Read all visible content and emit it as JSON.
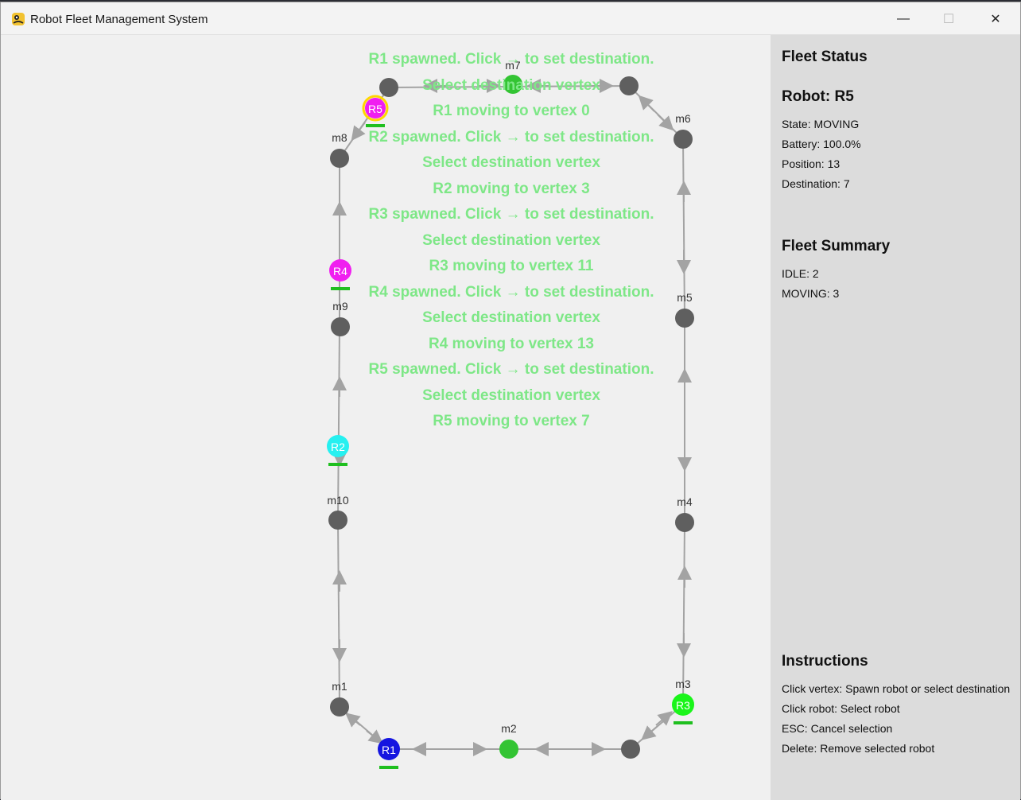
{
  "window": {
    "title": "Robot Fleet Management System"
  },
  "titlebar_buttons": {
    "minimize": "—",
    "maximize": "☐",
    "close": "✕"
  },
  "log_messages": [
    "R1 spawned. Click → to set destination.",
    "Select destination vertex",
    "R1 moving to vertex 0",
    "R2 spawned. Click → to set destination.",
    "Select destination vertex",
    "R2 moving to vertex 3",
    "R3 spawned. Click → to set destination.",
    "Select destination vertex",
    "R3 moving to vertex 11",
    "R4 spawned. Click → to set destination.",
    "Select destination vertex",
    "R4 moving to vertex 13",
    "R5 spawned. Click → to set destination.",
    "Select destination vertex",
    "R5 moving to vertex 7"
  ],
  "vertex_labels": [
    "m1",
    "m2",
    "m3",
    "m4",
    "m5",
    "m6",
    "m7",
    "m8",
    "m9",
    "m10"
  ],
  "robot_labels": [
    "R1",
    "R2",
    "R3",
    "R4",
    "R5"
  ],
  "colors": {
    "vertex": "#5f5f5f",
    "vertex_active": "#33c433",
    "edge": "#a3a3a3",
    "log_text": "#7ee787",
    "battery_bar": "#1fbf1f",
    "r1": "#1515e0",
    "r2": "#26f0f0",
    "r3": "#1af51a",
    "r4": "#f01ef0",
    "r5": "#f01ef0",
    "selection_ring": "#ffd700"
  },
  "panel": {
    "fleet_status_title": "Fleet Status",
    "robot_title": "Robot: R5",
    "state": "State: MOVING",
    "battery": "Battery: 100.0%",
    "position": "Position: 13",
    "destination": "Destination: 7",
    "summary_title": "Fleet Summary",
    "idle": "IDLE: 2",
    "moving": "MOVING: 3",
    "instructions_title": "Instructions",
    "instructions": [
      "Click vertex: Spawn robot or select destination",
      "Click robot: Select robot",
      "ESC: Cancel selection",
      "Delete: Remove selected robot"
    ]
  }
}
